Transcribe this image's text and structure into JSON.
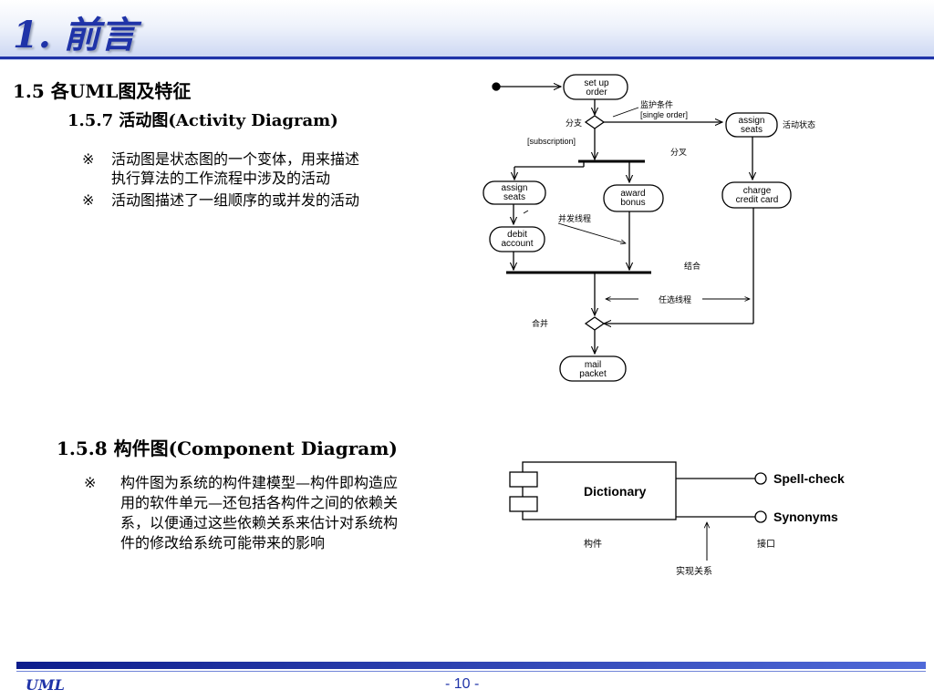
{
  "title": "1. 前言",
  "section": "1.5 各UML图及特征",
  "activity": {
    "heading": "1.5.7 活动图(Activity Diagram)",
    "bullet_mark": "※",
    "bullets": [
      [
        "活动图是状态图的一个变体，用来描述",
        "执行算法的工作流程中涉及的活动"
      ],
      [
        "活动图描述了一组顺序的或并发的活动"
      ]
    ],
    "diagram": {
      "nodes": {
        "setup": [
          "set up",
          "order"
        ],
        "assign_right": [
          "assign",
          "seats"
        ],
        "assign_left": [
          "assign",
          "seats"
        ],
        "award": [
          "award",
          "bonus"
        ],
        "charge": [
          "charge",
          "credit card"
        ],
        "debit": [
          "debit",
          "account"
        ],
        "mail": [
          "mail",
          "packet"
        ]
      },
      "labels": {
        "guard": "监护条件",
        "single_order": "[single order]",
        "branch": "分支",
        "subscription": "[subscription]",
        "activity_state": "活动状态",
        "fork": "分叉",
        "concurrent": "并发线程",
        "join": "结合",
        "optional": "任选线程",
        "merge": "合并"
      }
    }
  },
  "component": {
    "heading": "1.5.8 构件图(Component Diagram)",
    "bullet_mark": "※",
    "bullet": [
      "构件图为系统的构件建模型—构件即构造应",
      "用的软件单元—还包括各构件之间的依赖关",
      "系，以便通过这些依赖关系来估计对系统构",
      "件的修改给系统可能带来的影响"
    ],
    "diagram": {
      "component_name": "Dictionary",
      "interfaces": [
        "Spell-check",
        "Synonyms"
      ],
      "label_component": "构件",
      "label_interface": "接口",
      "label_realization": "实现关系"
    }
  },
  "footer": {
    "left": "UML",
    "page": "- 10 -"
  },
  "colors": {
    "accent": "#1f33a8"
  }
}
